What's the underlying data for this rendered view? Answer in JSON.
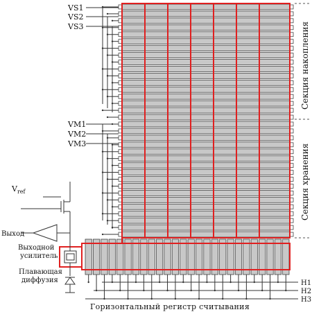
{
  "labels": {
    "vs1": "VS1",
    "vs2": "VS2",
    "vs3": "VS3",
    "vm1": "VM1",
    "vm2": "VM2",
    "vm3": "VM3",
    "vref_main": "V",
    "vref_sub": "ref",
    "output": "Выход",
    "amplifier_line1": "Выходной",
    "amplifier_line2": "усилитель",
    "diffusion_line1": "Плавающая",
    "diffusion_line2": "диффузия",
    "h1": "H1",
    "h2": "H2",
    "h3": "H3",
    "register_title": "Горизонтальный регистр считывания",
    "section_accumulation": "Секция накопления",
    "section_storage": "Секция хранения"
  },
  "colors": {
    "cell_fill": "#c8c8c8",
    "cell_stroke": "#444444",
    "channel_red": "#e02020",
    "wire": "#333333"
  }
}
